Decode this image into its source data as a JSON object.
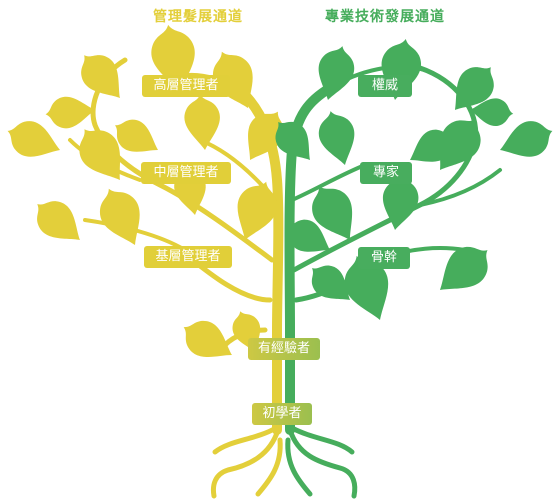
{
  "headings": {
    "management": "管理髮展通道",
    "technical": "專業技術發展通道"
  },
  "management_levels": [
    "高層管理者",
    "中層管理者",
    "基層管理者"
  ],
  "technical_levels": [
    "權威",
    "專家",
    "骨幹"
  ],
  "common_levels": [
    "有經驗者",
    "初學者"
  ],
  "colors": {
    "management": "#e3cf3a",
    "technical": "#46ad5c"
  }
}
